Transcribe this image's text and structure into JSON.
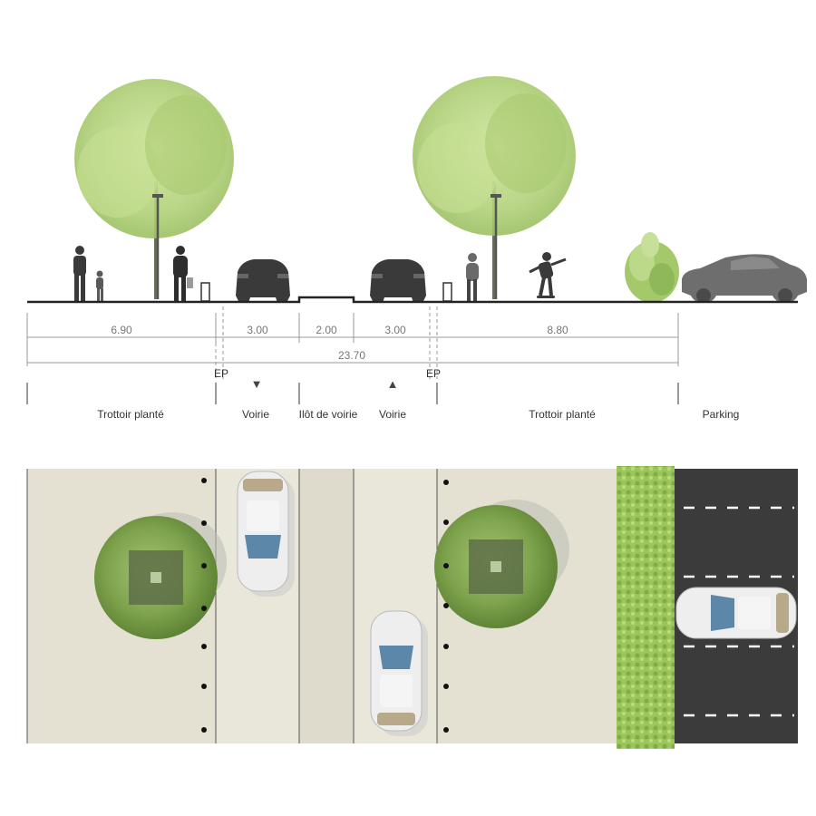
{
  "section": {
    "dimensions": {
      "sidewalk_left": "6.90",
      "lane_left": "3.00",
      "island": "2.00",
      "lane_right": "3.00",
      "sidewalk_right": "8.80",
      "total": "23.70"
    },
    "ep_left": "EP",
    "ep_right": "EP",
    "zones": {
      "sidewalk_left": "Trottoir planté",
      "lane_left": "Voirie",
      "island": "Ilôt de voirie",
      "lane_right": "Voirie",
      "sidewalk_right": "Trottoir planté",
      "parking": "Parking"
    },
    "arrows": {
      "lane_left": "▼",
      "lane_right": "▲"
    }
  },
  "colors": {
    "foliage": "#b5d37a",
    "foliage_dark": "#7fa64a",
    "silhouette": "#3a3a3a",
    "paving": "#e4e1d3",
    "island": "#dedbcc",
    "hedge": "#8fbf52",
    "asphalt": "#3b3b3b",
    "lane_mark": "#ffffff",
    "car_body": "#eeeeee",
    "car_glass": "#5c87a8"
  },
  "icons": [
    "tree-icon",
    "pedestrian-icon",
    "skater-icon",
    "car-icon",
    "shrub-icon",
    "bollard-icon",
    "lamp-post-icon"
  ]
}
